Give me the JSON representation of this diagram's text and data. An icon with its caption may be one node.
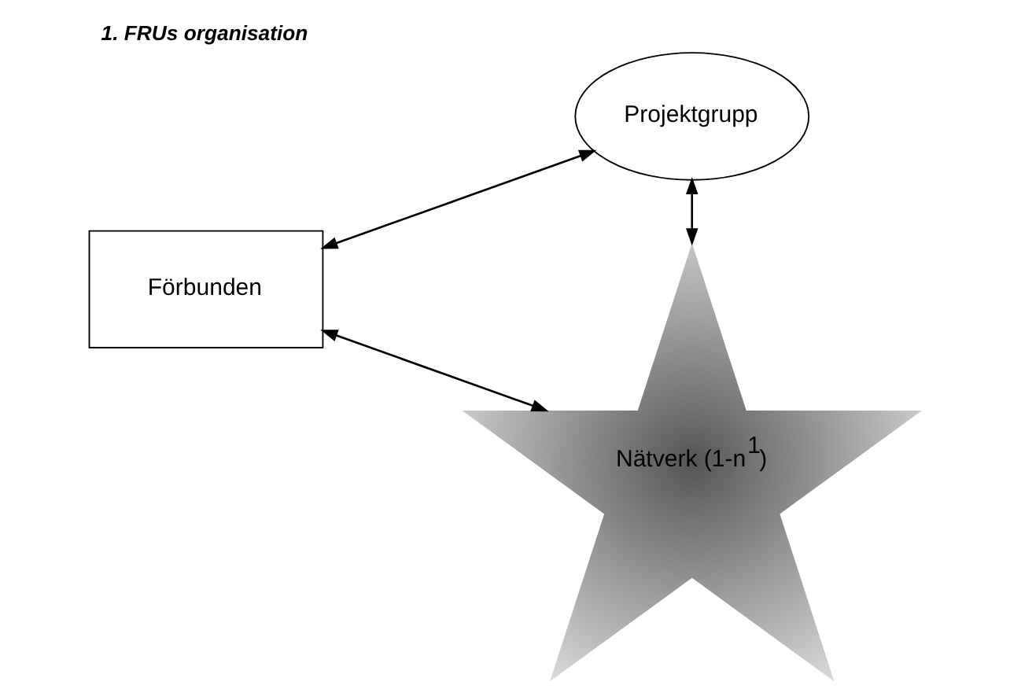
{
  "diagram": {
    "title": "1. FRUs organisation",
    "nodes": [
      {
        "text": [
          "Förbunden"
        ]
      },
      {
        "text": [
          "Projektgrupp"
        ]
      },
      {
        "text": [
          "Nätverk (1-n$^{1}$)"
        ]
      }
    ],
    "edges": [
      {
        "from": 0,
        "to": 1,
        "arrow": "both"
      },
      {
        "from": 0,
        "to": 2,
        "arrow": "both"
      },
      {
        "from": 1,
        "to": 2,
        "arrow": "both"
      }
    ]
  }
}
